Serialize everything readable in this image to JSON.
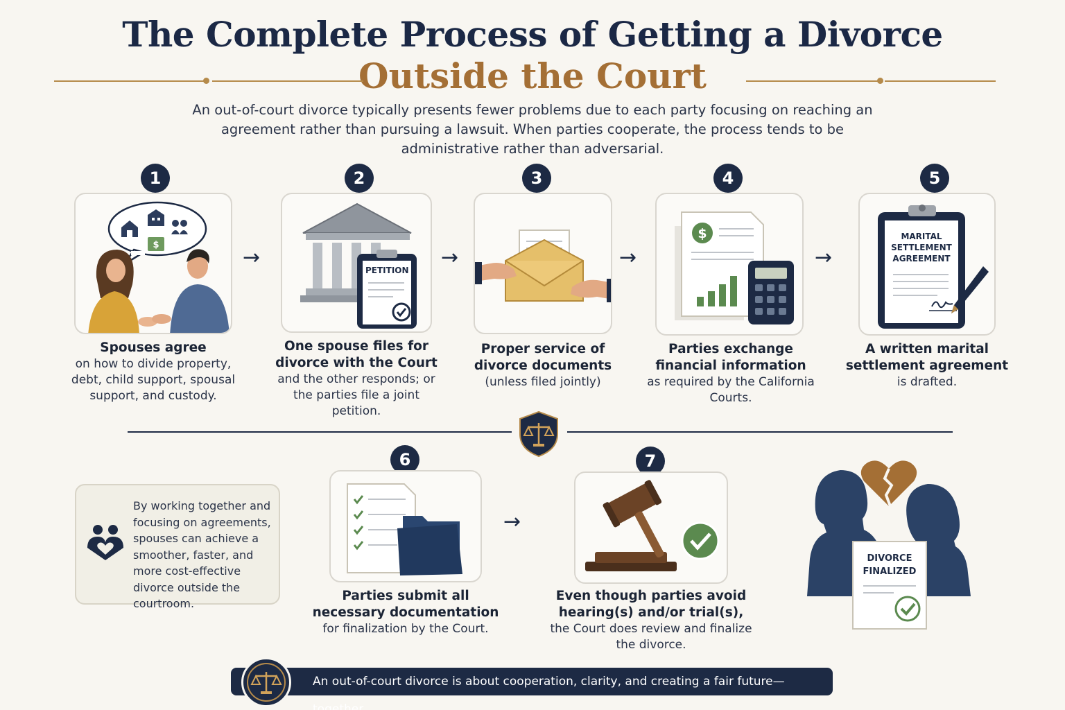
{
  "header": {
    "title_line1": "The Complete Process of Getting a Divorce",
    "title_line2": "Outside the Court",
    "intro": "An out-of-court divorce typically presents fewer problems due to each party focusing on reaching an agreement rather than pursuing a lawsuit. When parties cooperate, the process tends to be administrative rather than adversarial."
  },
  "steps": [
    {
      "number": "1",
      "title": "Spouses agree",
      "text": "on how to divide property, debt, child support, spousal support, and custody."
    },
    {
      "number": "2",
      "title": "One spouse files for divorce with the Court",
      "text": "and the other responds; or the parties file a joint petition.",
      "doc_label": "PETITION"
    },
    {
      "number": "3",
      "title": "Proper service of divorce documents",
      "text": "(unless filed jointly)"
    },
    {
      "number": "4",
      "title": "Parties exchange financial information",
      "text": "as required by the California Courts."
    },
    {
      "number": "5",
      "title": "A written marital settlement agreement",
      "text": "is drafted.",
      "doc_label_lines": [
        "MARITAL",
        "SETTLEMENT",
        "AGREEMENT"
      ]
    },
    {
      "number": "6",
      "title": "Parties submit all necessary documentation",
      "text": "for finalization by the Court."
    },
    {
      "number": "7",
      "title": "Even though parties avoid hearing(s) and/or trial(s),",
      "text": "the Court does review and finalize the divorce."
    }
  ],
  "arrow_glyph": "→",
  "tip": {
    "text": "By working together and focusing on agreements, spouses can achieve a smoother, faster, and more cost-effective divorce outside the courtroom."
  },
  "finalized": {
    "label_line1": "DIVORCE",
    "label_line2": "FINALIZED"
  },
  "footer": {
    "banner_text": "An out-of-court divorce is about cooperation, clarity, and creating a fair future—together."
  },
  "icons": [
    "scales-icon",
    "conversation-icon",
    "courthouse-icon",
    "envelope-handoff-icon",
    "financial-docs-icon",
    "calculator-icon",
    "clipboard-pen-icon",
    "checklist-folder-icon",
    "gavel-check-icon",
    "hearts-people-icon",
    "broken-heart-icon",
    "check-icon"
  ],
  "colors": {
    "navy": "#1d2a44",
    "gold": "#a46f35",
    "green": "#5b8a4f",
    "background": "#f8f6f1"
  }
}
